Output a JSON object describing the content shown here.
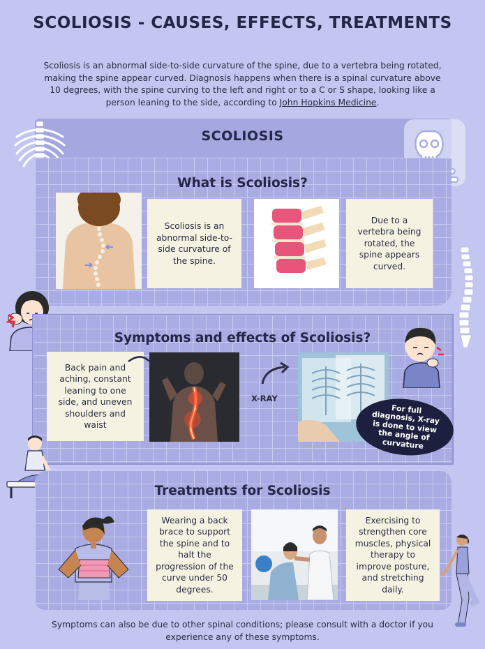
{
  "header": {
    "title": "SCOLIOSIS - CAUSES, EFFECTS, TREATMENTS",
    "intro_text": "Scoliosis is an abnormal side-to-side curvature of the spine, due to a vertebra being rotated, making the spine appear curved. Diagnosis happens when there is a spinal curvature above 10 degrees, with the spine curving to the left and right or to a C or S shape, looking like a person leaning to the side, according to ",
    "intro_link": "John Hopkins Medicine",
    "intro_end": "."
  },
  "banner": {
    "title": "SCOLIOSIS"
  },
  "what": {
    "title": "What is Scoliosis?",
    "card1": "Scoliosis is an abnormal side-to-side curvature of the spine.",
    "card2": "Due to a vertebra being rotated, the spine appears curved."
  },
  "symptoms": {
    "title": "Symptoms and effects of Scoliosis?",
    "card1": "Back pain and aching, constant leaning to one side, and uneven shoulders and waist",
    "xray_label": "X-RAY",
    "oval_text": "For full diagnosis, X-ray is done to view the angle of curvature"
  },
  "treatments": {
    "title": "Treatments for Scoliosis",
    "card1": "Wearing a back brace to support the spine and to halt the progression of the curve under 50 degrees.",
    "card2": "Exercising to strengthen core muscles, physical therapy to improve posture, and stretching daily."
  },
  "footer": {
    "text": "Symptoms can also be due to other spinal conditions; please consult with a doctor if you experience any of these symptoms."
  },
  "colors": {
    "background": "#c3c6f0",
    "panel": "#a9abe3",
    "card": "#f6f2e2",
    "text_dark": "#232647",
    "oval": "#1d1f3e"
  },
  "icons": [
    "spine-icon",
    "skeleton-icon",
    "woman-neck-pain-icon",
    "man-back-pain-icon",
    "massage-therapy-icon",
    "woman-brace-icon",
    "woman-stretching-icon",
    "curved-arrow-icon"
  ]
}
